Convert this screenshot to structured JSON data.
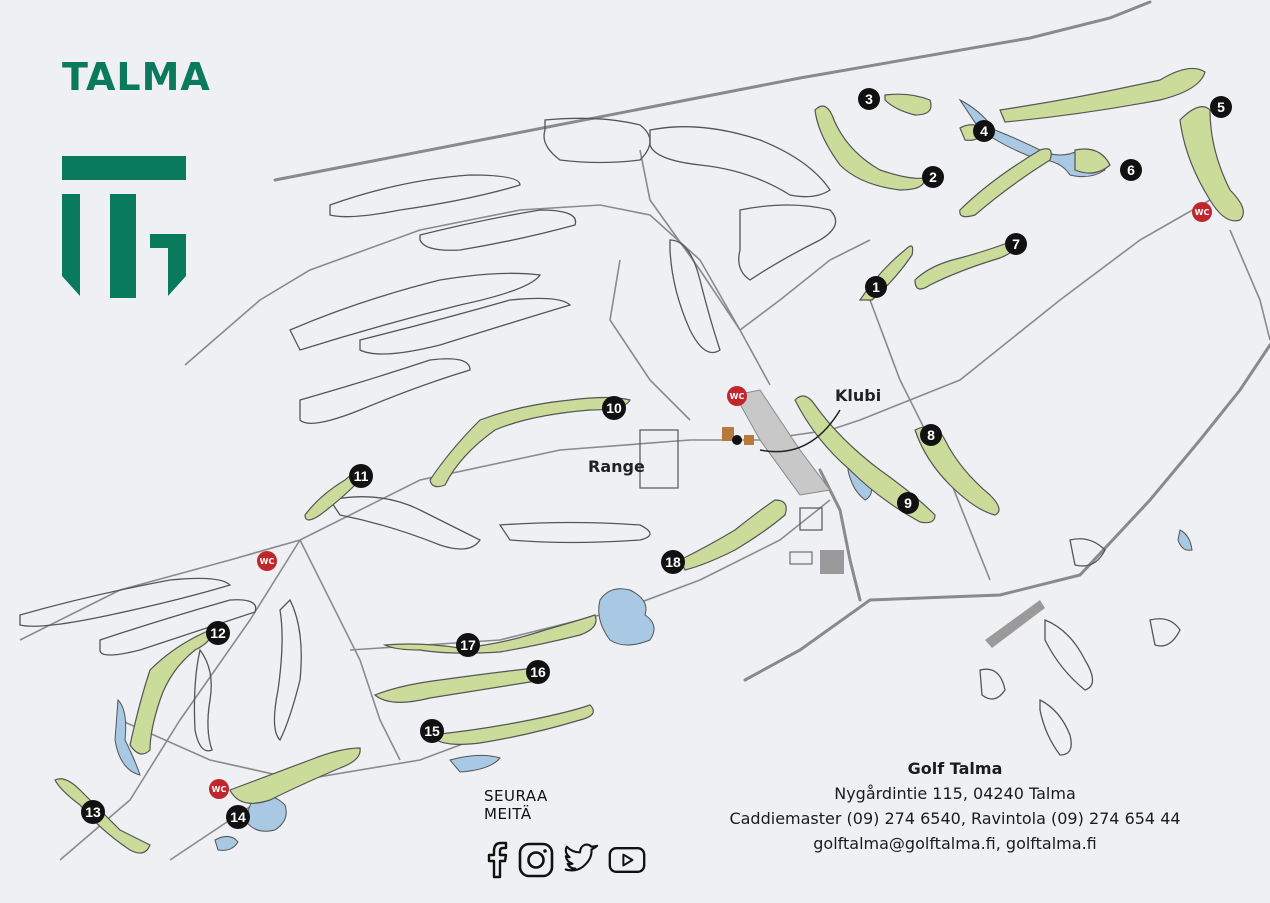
{
  "brand": {
    "name": "TALMA",
    "color": "#0a7a5c"
  },
  "map": {
    "labels": {
      "clubhouse": "Klubi",
      "range": "Range"
    },
    "wc_label": "WC",
    "colors": {
      "fairway": "#cadb9a",
      "water": "#a8c8e4",
      "road": "#8a8a8a",
      "outline": "#555555",
      "badge": "#111111",
      "wc": "#c0272d",
      "background": "#eef0f3"
    },
    "holes": [
      "1",
      "2",
      "3",
      "4",
      "5",
      "6",
      "7",
      "8",
      "9",
      "10",
      "11",
      "12",
      "13",
      "14",
      "15",
      "16",
      "17",
      "18"
    ]
  },
  "social": {
    "title": "SEURAA MEITÄ",
    "icons": [
      "facebook-icon",
      "instagram-icon",
      "twitter-icon",
      "youtube-icon"
    ]
  },
  "contact": {
    "name": "Golf Talma",
    "address": "Nygårdintie 115, 04240 Talma",
    "phones": "Caddiemaster (09) 274 6540, Ravintola (09) 274 654 44",
    "web": "golftalma@golftalma.fi, golftalma.fi"
  }
}
